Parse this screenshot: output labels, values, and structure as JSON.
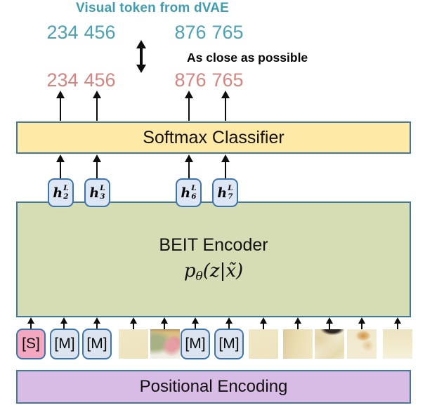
{
  "header": {
    "title": "Visual token from dVAE",
    "comparison_label": "As close as possible",
    "target_tokens": [
      "234",
      "456",
      "876",
      "765"
    ],
    "predicted_tokens": [
      "234",
      "456",
      "876",
      "765"
    ]
  },
  "softmax": {
    "label": "Softmax Classifier"
  },
  "hidden_tokens": [
    {
      "base": "h",
      "sup": "L",
      "sub": "2"
    },
    {
      "base": "h",
      "sup": "L",
      "sub": "3"
    },
    {
      "base": "h",
      "sup": "L",
      "sub": "6"
    },
    {
      "base": "h",
      "sup": "L",
      "sub": "7"
    }
  ],
  "encoder": {
    "label": "BEIT Encoder",
    "formula": {
      "base": "p",
      "sub": "θ",
      "args": "(z|x̃)"
    }
  },
  "input_tokens": [
    {
      "type": "special",
      "label": "[S]"
    },
    {
      "type": "mask",
      "label": "[M]"
    },
    {
      "type": "mask",
      "label": "[M]"
    },
    {
      "type": "patch-plain"
    },
    {
      "type": "patch-floral"
    },
    {
      "type": "mask",
      "label": "[M]"
    },
    {
      "type": "mask",
      "label": "[M]"
    },
    {
      "type": "patch-plain"
    },
    {
      "type": "patch-gradient"
    },
    {
      "type": "patch-dark-blob"
    },
    {
      "type": "patch-orange-smudge"
    },
    {
      "type": "patch-light"
    }
  ],
  "positional": {
    "label": "Positional Encoding"
  },
  "colors": {
    "title_teal": "#3F9DB2",
    "target_token_teal": "#4BA2B5",
    "predicted_token_salmon": "#D9837F",
    "softmax_fill": "#FEE9A7",
    "encoder_fill": "#D6DDB4",
    "positional_fill": "#D9BCE5",
    "mask_token_fill": "#DCE4F0",
    "special_token_fill": "#F3A7C1",
    "hidden_token_fill": "#DDE6F4",
    "big_box_border": "#45799B",
    "token_border": "#3C74AE"
  }
}
